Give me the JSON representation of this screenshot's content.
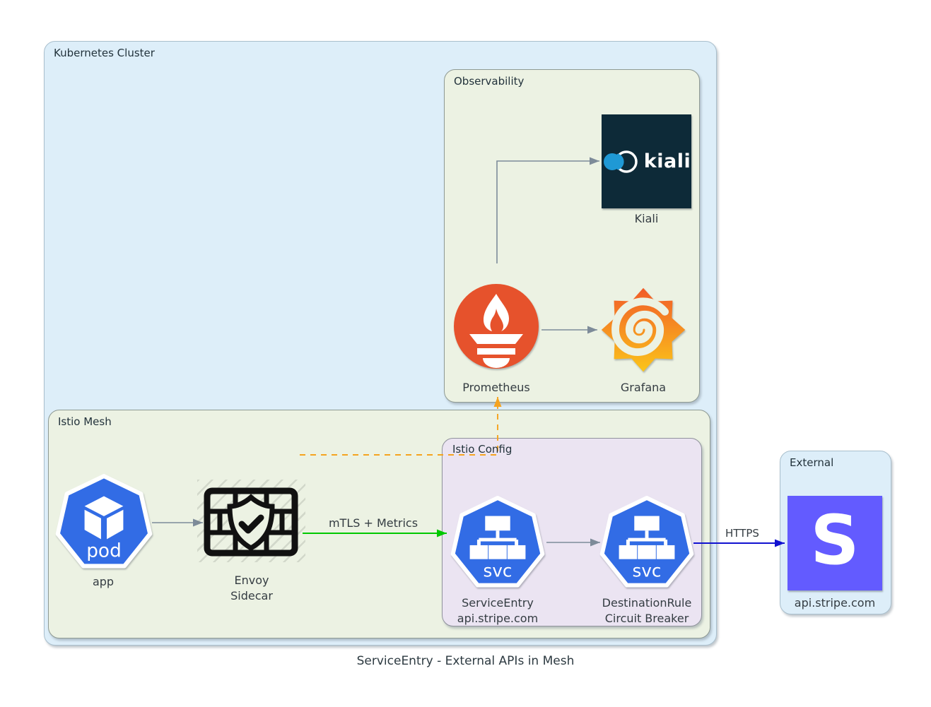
{
  "title": "ServiceEntry - External APIs in Mesh",
  "clusters": {
    "kubernetes": {
      "label": "Kubernetes Cluster",
      "fill": "#ddeef9"
    },
    "observability": {
      "label": "Observability",
      "fill": "#ecf2e3"
    },
    "istio_mesh": {
      "label": "Istio Mesh",
      "fill": "#ecf2e3"
    },
    "istio_config": {
      "label": "Istio Config",
      "fill": "#ebe4f2"
    },
    "external": {
      "label": "External",
      "fill": "#ddeef9"
    }
  },
  "nodes": {
    "app": {
      "label": "app",
      "icon_text": "pod",
      "color": "#326ce5"
    },
    "envoy": {
      "label_line1": "Envoy",
      "label_line2": "Sidecar",
      "color": "#111111"
    },
    "service_entry": {
      "label_line1": "ServiceEntry",
      "label_line2": "api.stripe.com",
      "icon_text": "svc",
      "color": "#326ce5"
    },
    "destination_rule": {
      "label_line1": "DestinationRule",
      "label_line2": "Circuit Breaker",
      "icon_text": "svc",
      "color": "#326ce5"
    },
    "kiali": {
      "label": "Kiali",
      "logo_text": "kiali",
      "color": "#0d2a38",
      "logo_blue": "#1f99d5"
    },
    "prometheus": {
      "label": "Prometheus",
      "color": "#e6522c"
    },
    "grafana": {
      "label": "Grafana",
      "gradient_top": "#f15b28",
      "gradient_bottom": "#fbc51a"
    },
    "stripe_api": {
      "label": "api.stripe.com",
      "logo_text": "S",
      "color": "#635bff"
    }
  },
  "edges": {
    "mtls": {
      "label": "mTLS + Metrics",
      "color": "#00c800"
    },
    "https": {
      "label": "HTTPS",
      "color": "#1111d0"
    },
    "telemetry": {
      "style": "dashed",
      "color": "#f5a31f"
    },
    "plain_color": "#7d8b99"
  }
}
